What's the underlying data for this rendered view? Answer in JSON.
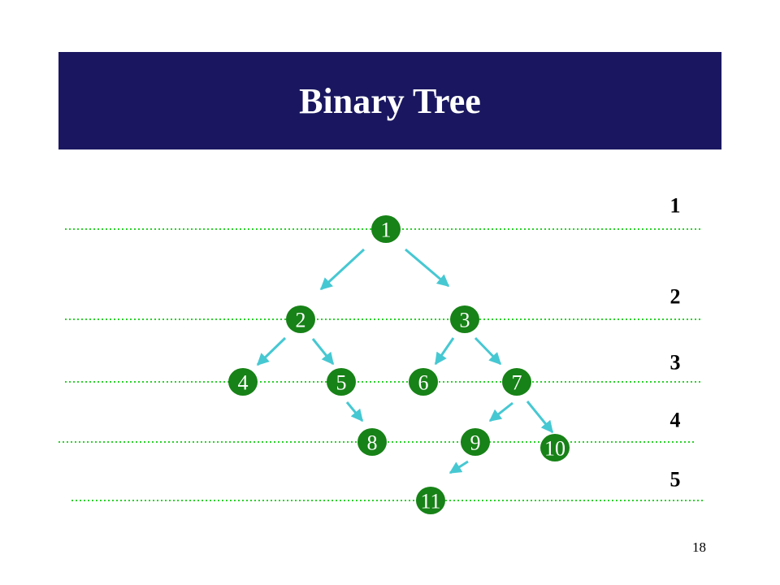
{
  "slide": {
    "title": "Binary Tree",
    "page_number": "18"
  },
  "colors": {
    "title_bar": "#1a1760",
    "title_text": "#ffffff",
    "node_fill": "#178217",
    "node_text": "#ffffff",
    "edge": "#46c8d2",
    "level_line": "#2cd12c",
    "level_label": "#000000"
  },
  "levels": [
    {
      "label": "1"
    },
    {
      "label": "2"
    },
    {
      "label": "3"
    },
    {
      "label": "4"
    },
    {
      "label": "5"
    }
  ],
  "nodes": [
    {
      "id": "n1",
      "label": "1",
      "level": 1
    },
    {
      "id": "n2",
      "label": "2",
      "level": 2
    },
    {
      "id": "n3",
      "label": "3",
      "level": 2
    },
    {
      "id": "n4",
      "label": "4",
      "level": 3
    },
    {
      "id": "n5",
      "label": "5",
      "level": 3
    },
    {
      "id": "n6",
      "label": "6",
      "level": 3
    },
    {
      "id": "n7",
      "label": "7",
      "level": 3
    },
    {
      "id": "n8",
      "label": "8",
      "level": 4
    },
    {
      "id": "n9",
      "label": "9",
      "level": 4
    },
    {
      "id": "n10",
      "label": "10",
      "level": 4
    },
    {
      "id": "n11",
      "label": "11",
      "level": 5
    }
  ],
  "edges": [
    {
      "from": "n1",
      "to": "n2"
    },
    {
      "from": "n1",
      "to": "n3"
    },
    {
      "from": "n2",
      "to": "n4"
    },
    {
      "from": "n2",
      "to": "n5"
    },
    {
      "from": "n3",
      "to": "n6"
    },
    {
      "from": "n3",
      "to": "n7"
    },
    {
      "from": "n5",
      "to": "n8"
    },
    {
      "from": "n7",
      "to": "n9"
    },
    {
      "from": "n7",
      "to": "n10"
    },
    {
      "from": "n9",
      "to": "n11"
    }
  ]
}
